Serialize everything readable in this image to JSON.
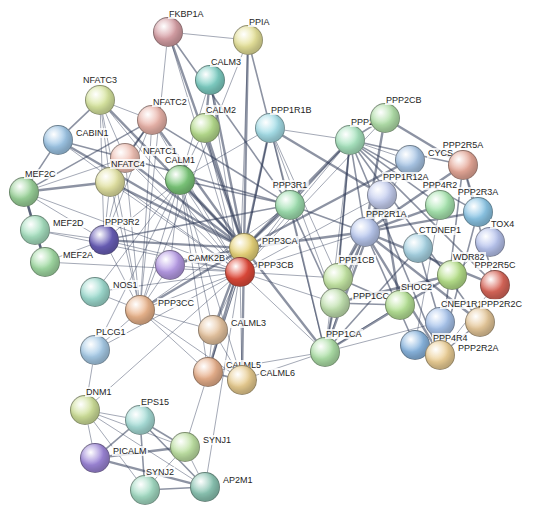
{
  "diagram": {
    "nodes": [
      {
        "text": [
          "FKBP1A"
        ]
      },
      {
        "text": [
          "PPIA"
        ]
      },
      {
        "text": [
          "CALM3"
        ]
      },
      {
        "text": [
          "NFATC3"
        ]
      },
      {
        "text": [
          "NFATC2"
        ]
      },
      {
        "text": [
          "CALM2"
        ]
      },
      {
        "text": [
          "NFATC1"
        ]
      },
      {
        "text": [
          "CABIN1"
        ]
      },
      {
        "text": [
          "NFATC4"
        ]
      },
      {
        "text": [
          "PPP1R1B"
        ]
      },
      {
        "text": [
          "PPP2CA"
        ]
      },
      {
        "text": [
          "PPP2CB"
        ]
      },
      {
        "text": [
          "CYCS"
        ]
      },
      {
        "text": [
          "PPP2R5A"
        ]
      },
      {
        "text": [
          "PPP1R12A"
        ]
      },
      {
        "text": [
          "PPP4R2"
        ]
      },
      {
        "text": [
          "PPP2R3A"
        ]
      },
      {
        "text": [
          "MEF2C"
        ]
      },
      {
        "text": [
          "CALM1"
        ]
      },
      {
        "text": [
          "PPP3R1"
        ]
      },
      {
        "text": [
          "PPP2R1A"
        ]
      },
      {
        "text": [
          "TOX4"
        ]
      },
      {
        "text": [
          "CTDNEP1"
        ]
      },
      {
        "text": [
          "MEF2D"
        ]
      },
      {
        "text": [
          "PPP3R2"
        ]
      },
      {
        "text": [
          "CAMK2B"
        ]
      },
      {
        "text": [
          "PPP3CA"
        ]
      },
      {
        "text": [
          "PPP3CB"
        ]
      },
      {
        "text": [
          "PPP1CB"
        ]
      },
      {
        "text": [
          "WDR82"
        ]
      },
      {
        "text": [
          "PPP2R5C"
        ]
      },
      {
        "text": [
          "MEF2A"
        ]
      },
      {
        "text": [
          "NOS1"
        ]
      },
      {
        "text": [
          "PPP3CC"
        ]
      },
      {
        "text": [
          "PPP1CC"
        ]
      },
      {
        "text": [
          "SHOC2"
        ]
      },
      {
        "text": [
          "CNEP1R1"
        ]
      },
      {
        "text": [
          "PPP2R2C"
        ]
      },
      {
        "text": [
          "PLCG1"
        ]
      },
      {
        "text": [
          "CALML3"
        ]
      },
      {
        "text": [
          "PPP4R4"
        ]
      },
      {
        "text": [
          "PPP2R2A"
        ]
      },
      {
        "text": [
          "PPP1CA"
        ]
      },
      {
        "text": [
          "CALML5"
        ]
      },
      {
        "text": [
          "CALML6"
        ]
      },
      {
        "text": [
          "DNM1"
        ]
      },
      {
        "text": [
          "EPS15"
        ]
      },
      {
        "text": [
          "PICALM"
        ]
      },
      {
        "text": [
          "SYNJ1"
        ]
      },
      {
        "text": [
          "AP2M1"
        ]
      },
      {
        "text": [
          "SYNJ2"
        ]
      }
    ],
    "edges": [
      {
        "from": 27,
        "to": 0,
        "arrow": "none"
      },
      {
        "from": 27,
        "to": 1,
        "arrow": "none"
      },
      {
        "from": 27,
        "to": 2,
        "arrow": "none"
      },
      {
        "from": 27,
        "to": 3,
        "arrow": "none"
      },
      {
        "from": 27,
        "to": 4,
        "arrow": "none"
      },
      {
        "from": 27,
        "to": 5,
        "arrow": "none"
      },
      {
        "from": 27,
        "to": 6,
        "arrow": "none"
      },
      {
        "from": 27,
        "to": 7,
        "arrow": "none"
      },
      {
        "from": 27,
        "to": 8,
        "arrow": "none"
      },
      {
        "from": 27,
        "to": 9,
        "arrow": "none"
      },
      {
        "from": 27,
        "to": 10,
        "arrow": "none"
      },
      {
        "from": 27,
        "to": 11,
        "arrow": "none"
      },
      {
        "from": 27,
        "to": 14,
        "arrow": "none"
      },
      {
        "from": 27,
        "to": 17,
        "arrow": "none"
      },
      {
        "from": 27,
        "to": 18,
        "arrow": "none"
      },
      {
        "from": 27,
        "to": 19,
        "arrow": "none"
      },
      {
        "from": 27,
        "to": 20,
        "arrow": "none"
      },
      {
        "from": 27,
        "to": 23,
        "arrow": "none"
      },
      {
        "from": 27,
        "to": 24,
        "arrow": "none"
      },
      {
        "from": 27,
        "to": 25,
        "arrow": "none"
      },
      {
        "from": 27,
        "to": 26,
        "arrow": "none"
      },
      {
        "from": 27,
        "to": 28,
        "arrow": "none"
      },
      {
        "from": 27,
        "to": 31,
        "arrow": "none"
      },
      {
        "from": 27,
        "to": 32,
        "arrow": "none"
      },
      {
        "from": 27,
        "to": 33,
        "arrow": "none"
      },
      {
        "from": 27,
        "to": 34,
        "arrow": "none"
      },
      {
        "from": 27,
        "to": 38,
        "arrow": "none"
      },
      {
        "from": 27,
        "to": 39,
        "arrow": "none"
      },
      {
        "from": 27,
        "to": 42,
        "arrow": "none"
      },
      {
        "from": 27,
        "to": 43,
        "arrow": "none"
      },
      {
        "from": 27,
        "to": 44,
        "arrow": "none"
      },
      {
        "from": 27,
        "to": 45,
        "arrow": "none"
      },
      {
        "from": 27,
        "to": 48,
        "arrow": "none"
      },
      {
        "from": 27,
        "to": 49,
        "arrow": "none"
      },
      {
        "from": 26,
        "to": 0,
        "arrow": "none"
      },
      {
        "from": 26,
        "to": 1,
        "arrow": "none"
      },
      {
        "from": 26,
        "to": 2,
        "arrow": "none"
      },
      {
        "from": 26,
        "to": 3,
        "arrow": "none"
      },
      {
        "from": 26,
        "to": 4,
        "arrow": "none"
      },
      {
        "from": 26,
        "to": 5,
        "arrow": "none"
      },
      {
        "from": 26,
        "to": 6,
        "arrow": "none"
      },
      {
        "from": 26,
        "to": 7,
        "arrow": "none"
      },
      {
        "from": 26,
        "to": 8,
        "arrow": "none"
      },
      {
        "from": 26,
        "to": 9,
        "arrow": "none"
      },
      {
        "from": 26,
        "to": 10,
        "arrow": "none"
      },
      {
        "from": 26,
        "to": 18,
        "arrow": "none"
      },
      {
        "from": 26,
        "to": 19,
        "arrow": "none"
      },
      {
        "from": 26,
        "to": 20,
        "arrow": "none"
      },
      {
        "from": 26,
        "to": 24,
        "arrow": "none"
      },
      {
        "from": 26,
        "to": 25,
        "arrow": "none"
      },
      {
        "from": 26,
        "to": 33,
        "arrow": "none"
      },
      {
        "from": 26,
        "to": 39,
        "arrow": "none"
      },
      {
        "from": 26,
        "to": 42,
        "arrow": "none"
      },
      {
        "from": 26,
        "to": 43,
        "arrow": "none"
      },
      {
        "from": 26,
        "to": 44,
        "arrow": "none"
      },
      {
        "from": 26,
        "to": 12,
        "arrow": "none"
      },
      {
        "from": 33,
        "to": 0,
        "arrow": "none"
      },
      {
        "from": 33,
        "to": 1,
        "arrow": "none"
      },
      {
        "from": 33,
        "to": 3,
        "arrow": "none"
      },
      {
        "from": 33,
        "to": 4,
        "arrow": "none"
      },
      {
        "from": 33,
        "to": 6,
        "arrow": "none"
      },
      {
        "from": 33,
        "to": 8,
        "arrow": "none"
      },
      {
        "from": 33,
        "to": 18,
        "arrow": "none"
      },
      {
        "from": 33,
        "to": 19,
        "arrow": "none"
      },
      {
        "from": 33,
        "to": 24,
        "arrow": "none"
      },
      {
        "from": 33,
        "to": 25,
        "arrow": "none"
      },
      {
        "from": 33,
        "to": 32,
        "arrow": "none"
      },
      {
        "from": 33,
        "to": 39,
        "arrow": "none"
      },
      {
        "from": 33,
        "to": 43,
        "arrow": "none"
      },
      {
        "from": 33,
        "to": 44,
        "arrow": "none"
      },
      {
        "from": 33,
        "to": 38,
        "arrow": "none"
      },
      {
        "from": 19,
        "to": 0,
        "arrow": "none"
      },
      {
        "from": 19,
        "to": 1,
        "arrow": "none"
      },
      {
        "from": 19,
        "to": 4,
        "arrow": "none"
      },
      {
        "from": 19,
        "to": 6,
        "arrow": "none"
      },
      {
        "from": 19,
        "to": 18,
        "arrow": "none"
      },
      {
        "from": 19,
        "to": 24,
        "arrow": "none"
      },
      {
        "from": 19,
        "to": 10,
        "arrow": "none"
      },
      {
        "from": 19,
        "to": 20,
        "arrow": "none"
      },
      {
        "from": 19,
        "to": 34,
        "arrow": "none"
      },
      {
        "from": 19,
        "to": 42,
        "arrow": "none"
      },
      {
        "from": 24,
        "to": 3,
        "arrow": "none"
      },
      {
        "from": 24,
        "to": 4,
        "arrow": "none"
      },
      {
        "from": 24,
        "to": 6,
        "arrow": "none"
      },
      {
        "from": 24,
        "to": 8,
        "arrow": "none"
      },
      {
        "from": 24,
        "to": 17,
        "arrow": "none"
      },
      {
        "from": 24,
        "to": 23,
        "arrow": "none"
      },
      {
        "from": 24,
        "to": 31,
        "arrow": "none"
      },
      {
        "from": 24,
        "to": 18,
        "arrow": "none"
      },
      {
        "from": 18,
        "to": 2,
        "arrow": "none"
      },
      {
        "from": 18,
        "to": 5,
        "arrow": "none"
      },
      {
        "from": 18,
        "to": 25,
        "arrow": "none"
      },
      {
        "from": 18,
        "to": 32,
        "arrow": "none"
      },
      {
        "from": 18,
        "to": 38,
        "arrow": "none"
      },
      {
        "from": 18,
        "to": 39,
        "arrow": "none"
      },
      {
        "from": 18,
        "to": 43,
        "arrow": "none"
      },
      {
        "from": 18,
        "to": 44,
        "arrow": "none"
      },
      {
        "from": 18,
        "to": 9,
        "arrow": "none"
      },
      {
        "from": 2,
        "to": 5,
        "arrow": "none"
      },
      {
        "from": 39,
        "to": 43,
        "arrow": "none"
      },
      {
        "from": 43,
        "to": 44,
        "arrow": "none"
      },
      {
        "from": 39,
        "to": 44,
        "arrow": "none"
      },
      {
        "from": 0,
        "to": 1,
        "arrow": "none"
      },
      {
        "from": 3,
        "to": 4,
        "arrow": "none"
      },
      {
        "from": 3,
        "to": 6,
        "arrow": "none"
      },
      {
        "from": 4,
        "to": 6,
        "arrow": "none"
      },
      {
        "from": 6,
        "to": 8,
        "arrow": "none"
      },
      {
        "from": 3,
        "to": 8,
        "arrow": "none"
      },
      {
        "from": 4,
        "to": 8,
        "arrow": "none"
      },
      {
        "from": 7,
        "to": 6,
        "arrow": "none"
      },
      {
        "from": 7,
        "to": 3,
        "arrow": "none"
      },
      {
        "from": 7,
        "to": 17,
        "arrow": "none"
      },
      {
        "from": 17,
        "to": 23,
        "arrow": "none"
      },
      {
        "from": 23,
        "to": 31,
        "arrow": "none"
      },
      {
        "from": 17,
        "to": 31,
        "arrow": "none"
      },
      {
        "from": 8,
        "to": 17,
        "arrow": "none"
      },
      {
        "from": 6,
        "to": 17,
        "arrow": "none"
      },
      {
        "from": 4,
        "to": 17,
        "arrow": "none"
      },
      {
        "from": 45,
        "to": 46,
        "arrow": "none"
      },
      {
        "from": 45,
        "to": 47,
        "arrow": "none"
      },
      {
        "from": 45,
        "to": 48,
        "arrow": "none"
      },
      {
        "from": 45,
        "to": 49,
        "arrow": "none"
      },
      {
        "from": 45,
        "to": 50,
        "arrow": "none"
      },
      {
        "from": 46,
        "to": 47,
        "arrow": "none"
      },
      {
        "from": 46,
        "to": 48,
        "arrow": "none"
      },
      {
        "from": 46,
        "to": 49,
        "arrow": "none"
      },
      {
        "from": 47,
        "to": 49,
        "arrow": "none"
      },
      {
        "from": 47,
        "to": 48,
        "arrow": "none"
      },
      {
        "from": 48,
        "to": 50,
        "arrow": "none"
      },
      {
        "from": 48,
        "to": 49,
        "arrow": "none"
      },
      {
        "from": 49,
        "to": 50,
        "arrow": "none"
      },
      {
        "from": 46,
        "to": 50,
        "arrow": "none"
      },
      {
        "from": 45,
        "to": 38,
        "arrow": "none"
      },
      {
        "from": 10,
        "to": 11,
        "arrow": "none"
      },
      {
        "from": 10,
        "to": 20,
        "arrow": "none"
      },
      {
        "from": 10,
        "to": 13,
        "arrow": "none"
      },
      {
        "from": 10,
        "to": 16,
        "arrow": "none"
      },
      {
        "from": 10,
        "to": 30,
        "arrow": "none"
      },
      {
        "from": 10,
        "to": 37,
        "arrow": "none"
      },
      {
        "from": 10,
        "to": 41,
        "arrow": "none"
      },
      {
        "from": 10,
        "to": 15,
        "arrow": "none"
      },
      {
        "from": 11,
        "to": 20,
        "arrow": "none"
      },
      {
        "from": 11,
        "to": 13,
        "arrow": "none"
      },
      {
        "from": 20,
        "to": 13,
        "arrow": "none"
      },
      {
        "from": 20,
        "to": 16,
        "arrow": "none"
      },
      {
        "from": 20,
        "to": 30,
        "arrow": "none"
      },
      {
        "from": 20,
        "to": 37,
        "arrow": "none"
      },
      {
        "from": 20,
        "to": 41,
        "arrow": "none"
      },
      {
        "from": 20,
        "to": 15,
        "arrow": "none"
      },
      {
        "from": 13,
        "to": 30,
        "arrow": "none"
      },
      {
        "from": 13,
        "to": 41,
        "arrow": "none"
      },
      {
        "from": 15,
        "to": 40,
        "arrow": "none"
      },
      {
        "from": 14,
        "to": 28,
        "arrow": "none"
      },
      {
        "from": 14,
        "to": 34,
        "arrow": "none"
      },
      {
        "from": 14,
        "to": 42,
        "arrow": "none"
      },
      {
        "from": 14,
        "to": 9,
        "arrow": "none"
      },
      {
        "from": 28,
        "to": 34,
        "arrow": "none"
      },
      {
        "from": 28,
        "to": 42,
        "arrow": "none"
      },
      {
        "from": 34,
        "to": 42,
        "arrow": "none"
      },
      {
        "from": 28,
        "to": 35,
        "arrow": "none"
      },
      {
        "from": 34,
        "to": 35,
        "arrow": "none"
      },
      {
        "from": 42,
        "to": 35,
        "arrow": "none"
      },
      {
        "from": 42,
        "to": 36,
        "arrow": "none"
      },
      {
        "from": 22,
        "to": 36,
        "arrow": "none"
      },
      {
        "from": 22,
        "to": 29,
        "arrow": "none"
      },
      {
        "from": 21,
        "to": 29,
        "arrow": "none"
      },
      {
        "from": 12,
        "to": 20,
        "arrow": "none"
      },
      {
        "from": 9,
        "to": 42,
        "arrow": "none"
      },
      {
        "from": 9,
        "to": 28,
        "arrow": "none"
      },
      {
        "from": 9,
        "to": 34,
        "arrow": "none"
      },
      {
        "from": 9,
        "to": 10,
        "arrow": "none"
      },
      {
        "from": 42,
        "to": 10,
        "arrow": "none"
      },
      {
        "from": 28,
        "to": 10,
        "arrow": "none"
      },
      {
        "from": 34,
        "to": 10,
        "arrow": "none"
      },
      {
        "from": 42,
        "to": 20,
        "arrow": "none"
      },
      {
        "from": 28,
        "to": 20,
        "arrow": "none"
      },
      {
        "from": 30,
        "to": 41,
        "arrow": "none"
      },
      {
        "from": 37,
        "to": 41,
        "arrow": "none"
      },
      {
        "from": 16,
        "to": 41,
        "arrow": "none"
      },
      {
        "from": 16,
        "to": 13,
        "arrow": "none"
      },
      {
        "from": 29,
        "to": 42,
        "arrow": "none"
      },
      {
        "from": 29,
        "to": 34,
        "arrow": "none"
      },
      {
        "from": 14,
        "to": 35,
        "arrow": "none"
      },
      {
        "from": 40,
        "to": 41,
        "arrow": "none"
      },
      {
        "from": 40,
        "to": 20,
        "arrow": "none"
      },
      {
        "from": 22,
        "to": 42,
        "arrow": "none"
      },
      {
        "from": 42,
        "to": 43,
        "arrow": "none"
      },
      {
        "from": 42,
        "to": 44,
        "arrow": "none"
      },
      {
        "from": 9,
        "to": 26,
        "arrow": "none"
      },
      {
        "from": 12,
        "to": 10,
        "arrow": "none"
      }
    ]
  }
}
